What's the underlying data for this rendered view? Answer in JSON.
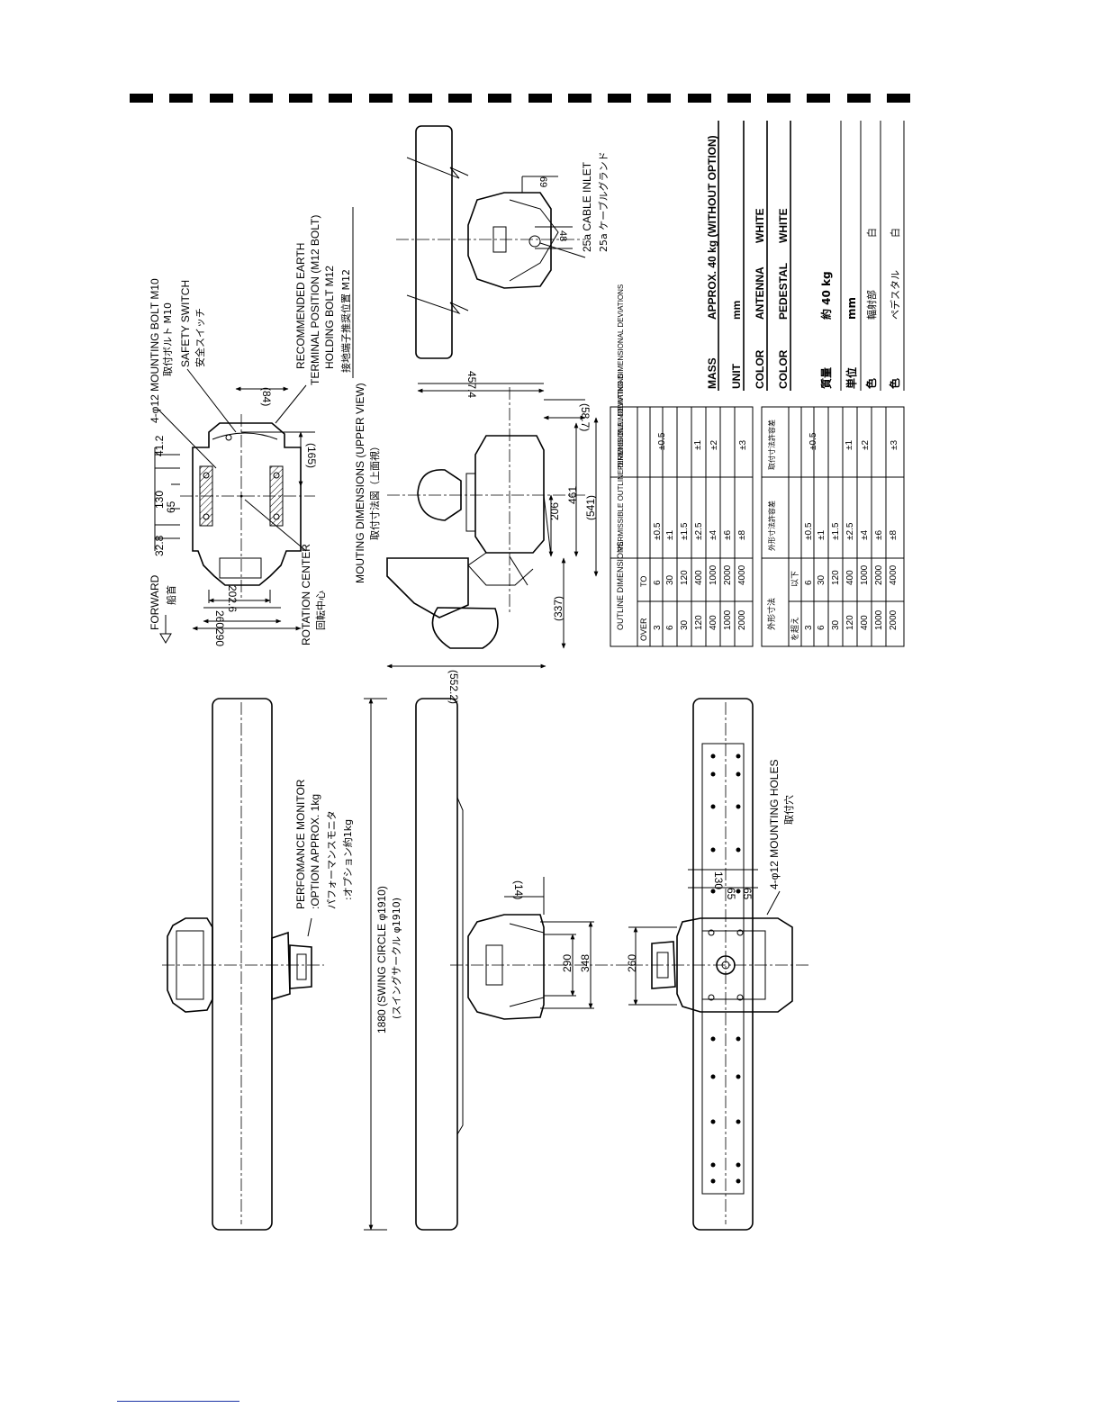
{
  "header": {
    "dash_count": 20
  },
  "labels": {
    "forward_en": "FORWARD",
    "forward_jp": "船首",
    "rotation_center_en": "ROTATION CENTER",
    "rotation_center_jp": "回転中心",
    "mounting_bolt_en": "4-φ12 MOUNTING BOLT M10",
    "mounting_bolt_jp": "取付ボルト M10",
    "safety_switch_en": "SAFETY SWITCH",
    "safety_switch_jp": "安全スイッチ",
    "earth_terminal_en_1": "RECOMMENDED EARTH",
    "earth_terminal_en_2": "TERMINAL POSITION (M12 BOLT)",
    "holding_bolt_en": "HOLDING BOLT M12",
    "holding_bolt_jp": "接地端子推奨位置 M12",
    "mounting_dims_en": "MOUTING DIMENSIONS (UPPER VIEW)",
    "mounting_dims_jp": "取付寸法図（上面視）",
    "cable_inlet_en": "25a CABLE INLET",
    "cable_inlet_jp": "25a ケーブルグランド",
    "perf_monitor_en_1": "PERFOMANCE MONITOR",
    "perf_monitor_en_2": ":OPTION APPROX. 1kg",
    "perf_monitor_jp_1": "パフォーマンスモニタ",
    "perf_monitor_jp_2": ":オプション約1kg",
    "swing_circle_en": "1880 (SWING CIRCLE φ1910)",
    "swing_circle_jp": "(スイングサークル φ1910)",
    "mounting_holes_en": "4-φ12 MOUNTING HOLES",
    "mounting_holes_jp": "取付穴"
  },
  "dimensions": {
    "d32_8": "32.8",
    "d130": "130",
    "d41_2": "41.2",
    "d65": "65",
    "d202_6": "202.6",
    "d260": "260",
    "d290": "290",
    "d84": "(84)",
    "d165": "(165)",
    "d457_4": "457.4",
    "d58_7": "(58.7)",
    "d206": "206",
    "d461": "461",
    "d541": "(541)",
    "d337": "(337)",
    "d552_2": "(552.2)",
    "d69": "69",
    "d48": "48",
    "d14": "(14)",
    "d290b": "290",
    "d348": "348",
    "d260b": "260",
    "d130b": "130",
    "d65b": "65",
    "d65c": "65"
  },
  "tolerance_en": {
    "col_outline": "OUTLINE DIMENSIONS",
    "col_over": "OVER",
    "col_to": "TO",
    "col_outline_dev": "PERMISSIBLE OUTLINE DIMENSIONAL DEVIATIONS",
    "col_mount_dev": "PERMISSIBLE MOUNTING DIMENSIONAL DEVIATIONS",
    "rows": [
      {
        "over": "3",
        "to": "6",
        "outline": "±0.5"
      },
      {
        "over": "6",
        "to": "30",
        "outline": "±1"
      },
      {
        "over": "30",
        "to": "120",
        "outline": "±1.5"
      },
      {
        "over": "120",
        "to": "400",
        "outline": "±2.5"
      },
      {
        "over": "400",
        "to": "1000",
        "outline": "±4"
      },
      {
        "over": "1000",
        "to": "2000",
        "outline": "±6"
      },
      {
        "over": "2000",
        "to": "4000",
        "outline": "±8"
      }
    ],
    "mount": [
      "±0.5",
      "±1",
      "±2",
      "±3"
    ]
  },
  "tolerance_jp": {
    "col_outline": "外形寸法",
    "col_over": "を超え",
    "col_to": "以下",
    "col_outline_dev": "外形寸法許容差",
    "col_mount_dev": "取付寸法許容差",
    "rows": [
      {
        "over": "3",
        "to": "6",
        "outline": "±0.5"
      },
      {
        "over": "6",
        "to": "30",
        "outline": "±1"
      },
      {
        "over": "30",
        "to": "120",
        "outline": "±1.5"
      },
      {
        "over": "120",
        "to": "400",
        "outline": "±2.5"
      },
      {
        "over": "400",
        "to": "1000",
        "outline": "±4"
      },
      {
        "over": "1000",
        "to": "2000",
        "outline": "±6"
      },
      {
        "over": "2000",
        "to": "4000",
        "outline": "±8"
      }
    ],
    "mount": [
      "±0.5",
      "±1",
      "±2",
      "±3"
    ]
  },
  "spec_en": {
    "mass_label": "MASS",
    "mass_value": "APPROX.   40 kg (WITHOUT OPTION)",
    "unit_label": "UNIT",
    "unit_value": "mm",
    "color1_label": "COLOR",
    "color1_part": "ANTENNA",
    "color1_value": "WHITE",
    "color2_label": "COLOR",
    "color2_part": "PEDESTAL",
    "color2_value": "WHITE"
  },
  "spec_jp": {
    "mass_label": "質量",
    "mass_value": "約 40 kg",
    "unit_label": "単位",
    "unit_value": "mm",
    "color1_label": "色",
    "color1_part": "輻射部",
    "color1_value": "白",
    "color2_label": "色",
    "color2_part": "ペデスタル",
    "color2_value": "白"
  }
}
